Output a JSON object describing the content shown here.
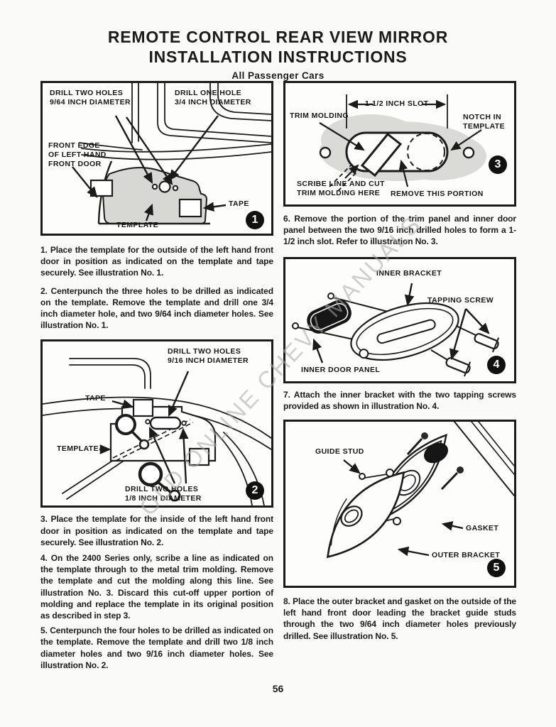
{
  "page": {
    "title_line1": "REMOTE CONTROL REAR VIEW MIRROR",
    "title_line2": "INSTALLATION INSTRUCTIONS",
    "subtitle": "All Passenger Cars",
    "page_number": "56",
    "watermark": "OLD ONLINE CHEVY MANUALS"
  },
  "figures": {
    "fig1": {
      "badge": "1",
      "drill_two_holes": "DRILL TWO HOLES\n9/64  INCH DIAMETER",
      "drill_one_hole": "DRILL ONE HOLE\n3/4 INCH DIAMETER",
      "front_edge": "FRONT EDGE\nOF LEFT HAND\nFRONT DOOR",
      "tape": "TAPE",
      "template": "TEMPLATE"
    },
    "fig2": {
      "badge": "2",
      "drill_916": "DRILL TWO HOLES\n9/16 INCH DIAMETER",
      "tape": "TAPE",
      "template": "TEMPLATE",
      "drill_18": "DRILL TWO HOLES\n1/8 INCH DIAMETER"
    },
    "fig3": {
      "badge": "3",
      "slot_dim": "1-1/2 INCH SLOT",
      "trim_molding": "TRIM MOLDING",
      "notch": "NOTCH IN\nTEMPLATE",
      "scribe": "SCRIBE LINE AND CUT\nTRIM MOLDING HERE",
      "remove": "REMOVE THIS PORTION"
    },
    "fig4": {
      "badge": "4",
      "inner_bracket": "INNER BRACKET",
      "tapping_screw": "TAPPING SCREW",
      "inner_door_panel": "INNER DOOR PANEL"
    },
    "fig5": {
      "badge": "5",
      "guide_stud": "GUIDE STUD",
      "gasket": "GASKET",
      "outer_bracket": "OUTER BRACKET"
    }
  },
  "steps": [
    "1. Place the template for the outside of the left hand front door in position as indicated on the template and tape securely. See illustration No. 1.",
    "2. Centerpunch the three holes to be drilled as indicated on the template. Remove the template and drill one 3/4 inch diameter hole, and two 9/64 inch diameter holes. See illustration No. 1.",
    "3. Place the template for the inside of the left hand front door in position as indicated on the template and tape securely. See illustration No. 2.",
    "4. On the 2400 Series only, scribe a line as indicated on the template through to the metal trim molding. Remove the template and cut the molding along this line. See illustration No. 3. Discard this cut-off upper portion of molding and replace the template in its original position as described in step 3.",
    "5. Centerpunch the four holes to be drilled as indicated on the template. Remove the template and drill two 1/8 inch diameter holes and two 9/16 inch diameter holes. See illustration No. 2.",
    "6. Remove the portion of the trim panel and inner door panel between the two 9/16 inch drilled holes to form a 1-1/2 inch slot. Refer to illustration No. 3.",
    "7. Attach the inner bracket with the two tapping screws provided as shown in illustration No. 4.",
    "8. Place the outer bracket and gasket on the outside of the left hand front door leading the bracket guide studs through the two 9/64 inch diameter holes previously drilled. See illustration No. 5."
  ]
}
